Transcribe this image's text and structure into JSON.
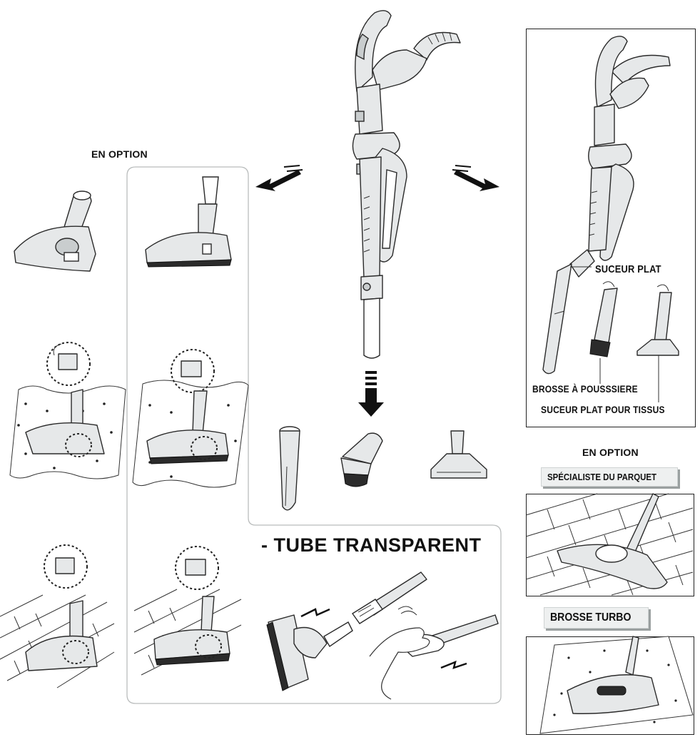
{
  "labels": {
    "en_option_left": "EN OPTION",
    "en_option_right": "EN OPTION",
    "suceur_plat": "SUCEUR PLAT",
    "brosse_poussiere": "BROSSE À POUSSSIERE",
    "suceur_tissus": "SUCEUR PLAT POUR TISSUS",
    "specialiste_parquet": "SPÉCIALISTE DU PARQUET",
    "brosse_turbo": "BROSSE TURBO",
    "tube_transparent": "- TUBE TRANSPARENT"
  },
  "icons": [
    "arrow-left-down-icon",
    "arrow-right-down-icon",
    "arrow-down-icon",
    "rotate-icon"
  ],
  "colors": {
    "line": "#222222",
    "fill": "#e6e8e9",
    "panel_border": "#bbbbbb",
    "tag_bg": "#eef0f0"
  }
}
